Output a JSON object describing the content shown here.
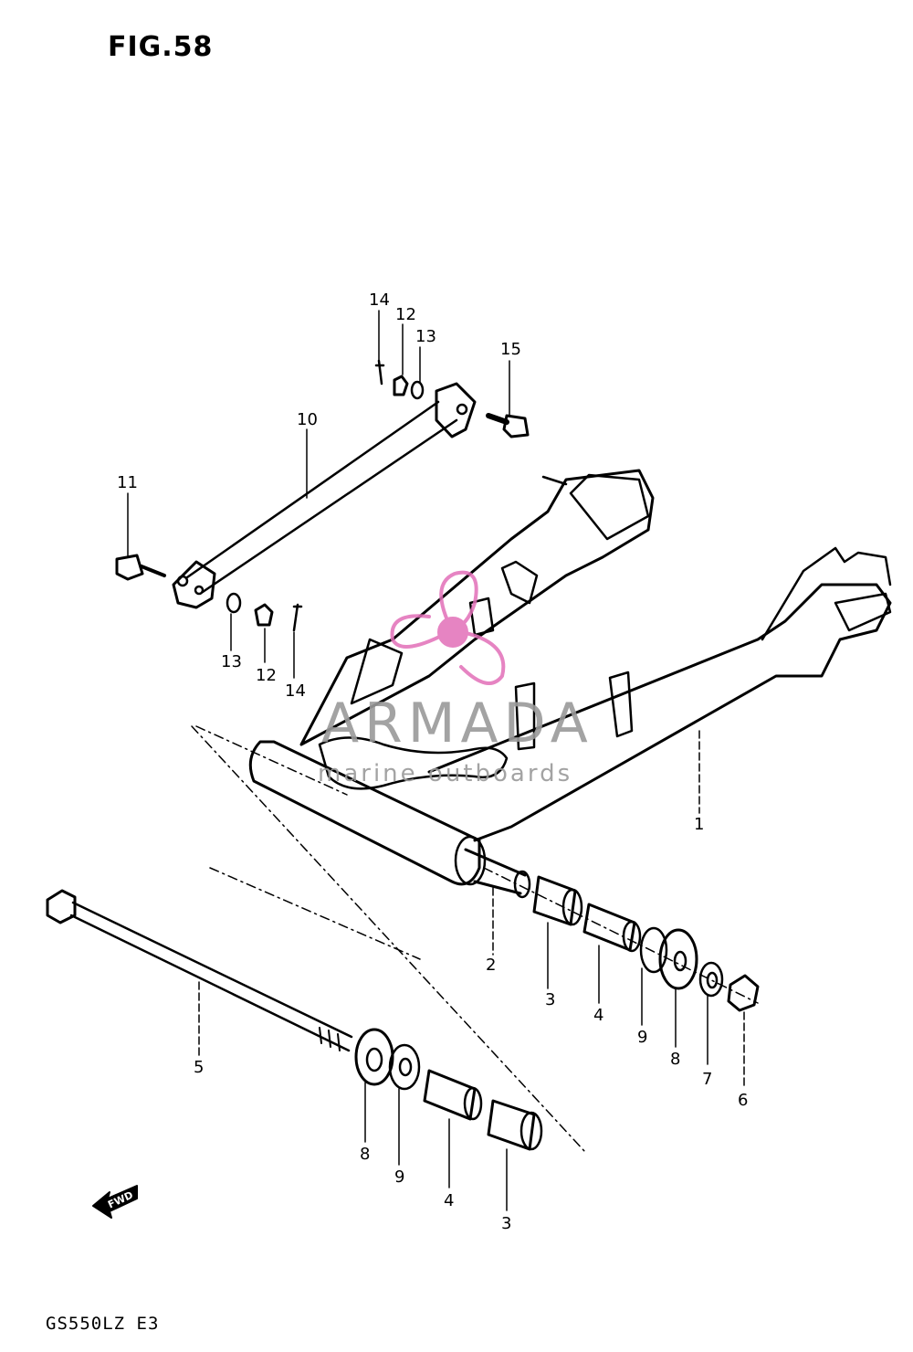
{
  "figure_label": "FIG.58",
  "model_code": "GS550LZ  E3",
  "watermark": {
    "brand": "ARMADA",
    "tagline": "marine outboards",
    "logo_color": "#e26fb8",
    "text_color": "#9a9a9a"
  },
  "callouts": {
    "c14_top": "14",
    "c12_top": "12",
    "c13_top": "13",
    "c15": "15",
    "c10": "10",
    "c11": "11",
    "c13_bottom": "13",
    "c12_bottom": "12",
    "c14_bottom": "14",
    "c1": "1",
    "c2": "2",
    "c3_right": "3",
    "c4_right": "4",
    "c9_right": "9",
    "c8_right": "8",
    "c7": "7",
    "c6": "6",
    "c5": "5",
    "c8_left": "8",
    "c9_left": "9",
    "c4_left": "4",
    "c3_left": "3"
  },
  "fwd_label": "FWD",
  "line_color": "#000000"
}
